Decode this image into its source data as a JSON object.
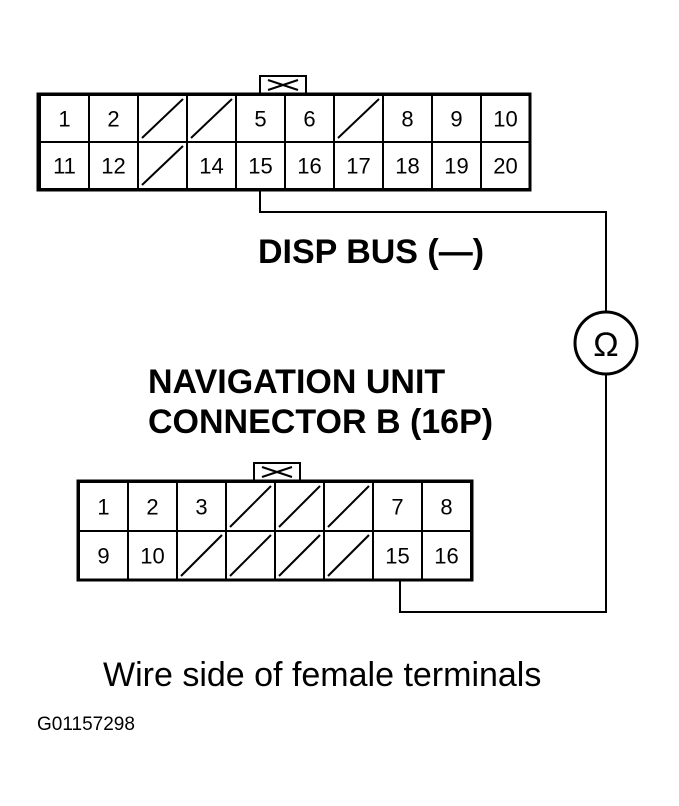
{
  "connector_a": {
    "row1": [
      "1",
      "2",
      "",
      "",
      "5",
      "6",
      "",
      "8",
      "9",
      "10"
    ],
    "row2": [
      "11",
      "12",
      "",
      "14",
      "15",
      "16",
      "17",
      "18",
      "19",
      "20"
    ]
  },
  "connector_b": {
    "row1": [
      "1",
      "2",
      "3",
      "",
      "",
      "",
      "7",
      "8"
    ],
    "row2": [
      "9",
      "10",
      "",
      "",
      "",
      "",
      "15",
      "16"
    ]
  },
  "labels": {
    "disp_bus": "DISP BUS (—)",
    "nav_title_line1": "NAVIGATION UNIT",
    "nav_title_line2": "CONNECTOR B (16P)",
    "ohmmeter_symbol": "Ω",
    "caption": "Wire side of female terminals",
    "figure_code": "G01157298"
  },
  "icons": {
    "latch": "connector-latch-icon",
    "ohmmeter": "ohmmeter-icon"
  }
}
